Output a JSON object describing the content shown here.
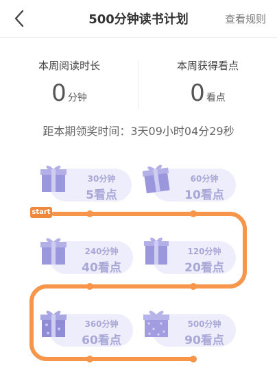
{
  "header": {
    "title": "500分钟读书计划",
    "rules_label": "查看规则"
  },
  "stats": {
    "read_label": "本周阅读时长",
    "read_value": "0",
    "read_unit": "分钟",
    "points_label": "本周获得看点",
    "points_value": "0",
    "points_unit": "看点"
  },
  "countdown": {
    "text": "距本期领奖时间：3天09小时04分29秒"
  },
  "path": {
    "start_label": "start"
  },
  "rewards": [
    {
      "minutes": "30分钟",
      "points": "5看点"
    },
    {
      "minutes": "60分钟",
      "points": "10看点"
    },
    {
      "minutes": "240分钟",
      "points": "40看点"
    },
    {
      "minutes": "120分钟",
      "points": "20看点"
    },
    {
      "minutes": "360分钟",
      "points": "60看点"
    },
    {
      "minutes": "500分钟",
      "points": "90看点"
    }
  ],
  "colors": {
    "path": "#f7954a",
    "card_bg": "#eeedfc",
    "gift": "#9b97dc",
    "text_muted": "#a9a7d6"
  }
}
